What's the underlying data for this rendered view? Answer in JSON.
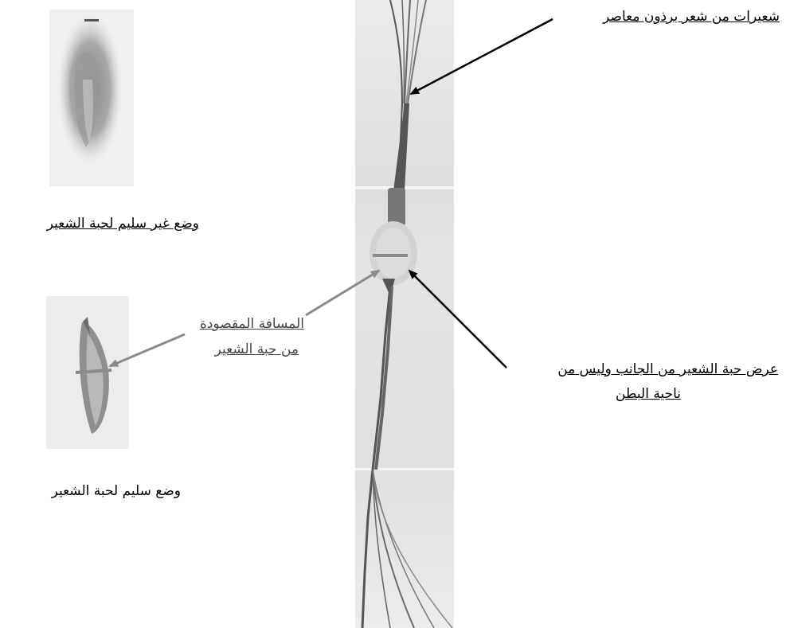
{
  "labels": {
    "hairs_from_brush": "شعيرات من شعر برذون معاصر",
    "incorrect_position": "وضع غير سليم لحبة الشعير",
    "correct_position": "وضع سليم لحبة الشعير",
    "intended_distance_line1": "المسافة المقصودة",
    "intended_distance_line2": "من حبة الشعير",
    "grain_width_line1": "عرض حبة الشعير من الجانب وليس من",
    "grain_width_line2": "ناحية البطن"
  },
  "colors": {
    "arrow": "#000000",
    "measure_line": "#8a8a8a",
    "photo_bg": "#e6e6e6"
  }
}
